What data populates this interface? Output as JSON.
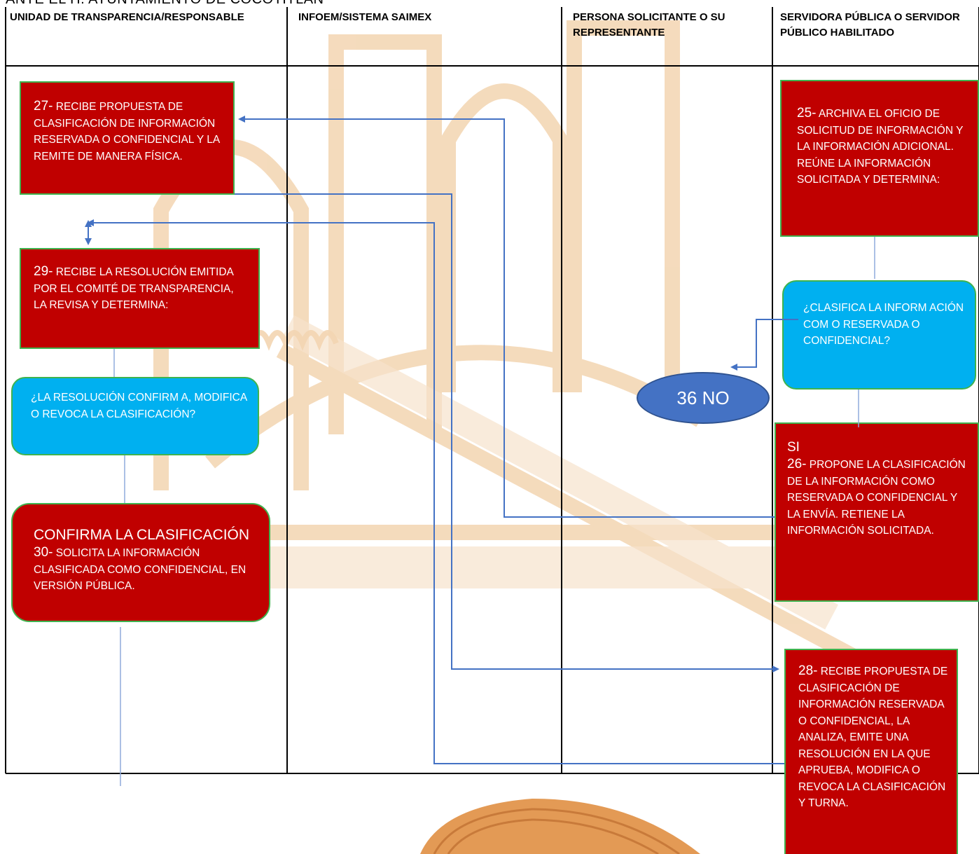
{
  "page": {
    "title": "ANTE EL H. AYUNTAMIENTO DE COCOTITLÁN"
  },
  "columns": [
    "UNIDAD DE TRANSPARENCIA/RESPONSABLE",
    "INFOEM/SISTEMA SAIMEX",
    "PERSONA SOLICITANTE O SU REPRESENTANTE",
    "SERVIDORA PÚBLICA O SERVIDOR PÚBLICO HABILITADO"
  ],
  "steps": {
    "s27": {
      "num": "27-",
      "text": " RECIBE PROPUESTA DE CLASIFICACIÓN DE INFORMACIÓN RESERVADA O CONFIDENCIAL Y LA REMITE DE MANERA FÍSICA."
    },
    "s29": {
      "num": "29-",
      "text": " RECIBE LA RESOLUCIÓN EMITIDA POR EL COMITÉ DE TRANSPARENCIA, LA REVISA Y DETERMINA:"
    },
    "q_resolucion": {
      "text": "¿LA RESOLUCIÓN CONFIRM A, MODIFICA O REVOCA LA CLASIFICACIÓN?"
    },
    "s30": {
      "heading": "CONFIRMA LA CLASIFICACIÓN",
      "num": "30-",
      "text": " SOLICITA LA INFORMACIÓN CLASIFICADA COMO CONFIDENCIAL, EN VERSIÓN PÚBLICA."
    },
    "s25": {
      "num": "25-",
      "text": " ARCHIVA EL OFICIO DE SOLICITUD DE INFORMACIÓN Y LA INFORMACIÓN ADICIONAL. REÚNE LA INFORMACIÓN SOLICITADA Y DETERMINA:"
    },
    "q_clasifica": {
      "text": "¿CLASIFICA LA INFORM ACIÓN COM O RESERVADA O CONFIDENCIAL?"
    },
    "no36": {
      "text": "36 NO"
    },
    "s26": {
      "prefix": "SI",
      "num": "26-",
      "text": "  PROPONE LA CLASIFICACIÓN DE LA INFORMACIÓN COMO RESERVADA O CONFIDENCIAL Y LA ENVÍA. RETIENE LA INFORMACIÓN SOLICITADA."
    },
    "s28": {
      "num": "28-",
      "text": " RECIBE PROPUESTA DE CLASIFICACIÓN DE INFORMACIÓN RESERVADA O CONFIDENCIAL, LA ANALIZA, EMITE UNA RESOLUCIÓN EN LA QUE APRUEBA, MODIFICA O REVOCA LA CLASIFICACIÓN Y TURNA."
    }
  },
  "colors": {
    "process_fill": "#c00000",
    "decision_fill": "#00b0f0",
    "box_border": "#3fb34f",
    "connector": "#4472c4",
    "watermark": "#f5d9b8"
  }
}
